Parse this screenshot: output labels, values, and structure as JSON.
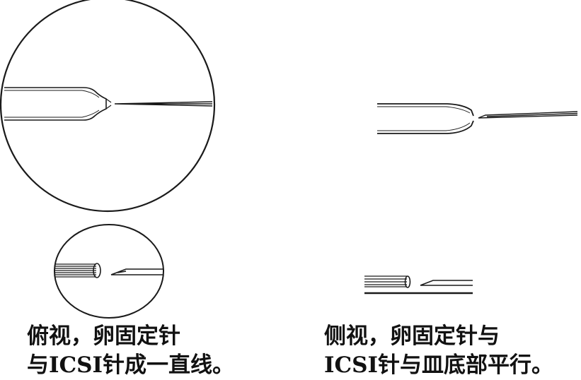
{
  "captions": {
    "top_view": {
      "line1": "俯视，卵固定针",
      "line2": "与ICSI针成一直线。"
    },
    "side_view": {
      "line1": "侧视，卵固定针与",
      "line2": "ICSI针与皿底部平行。"
    }
  },
  "colors": {
    "outline": "#1a1a1a",
    "text": "#111111"
  }
}
